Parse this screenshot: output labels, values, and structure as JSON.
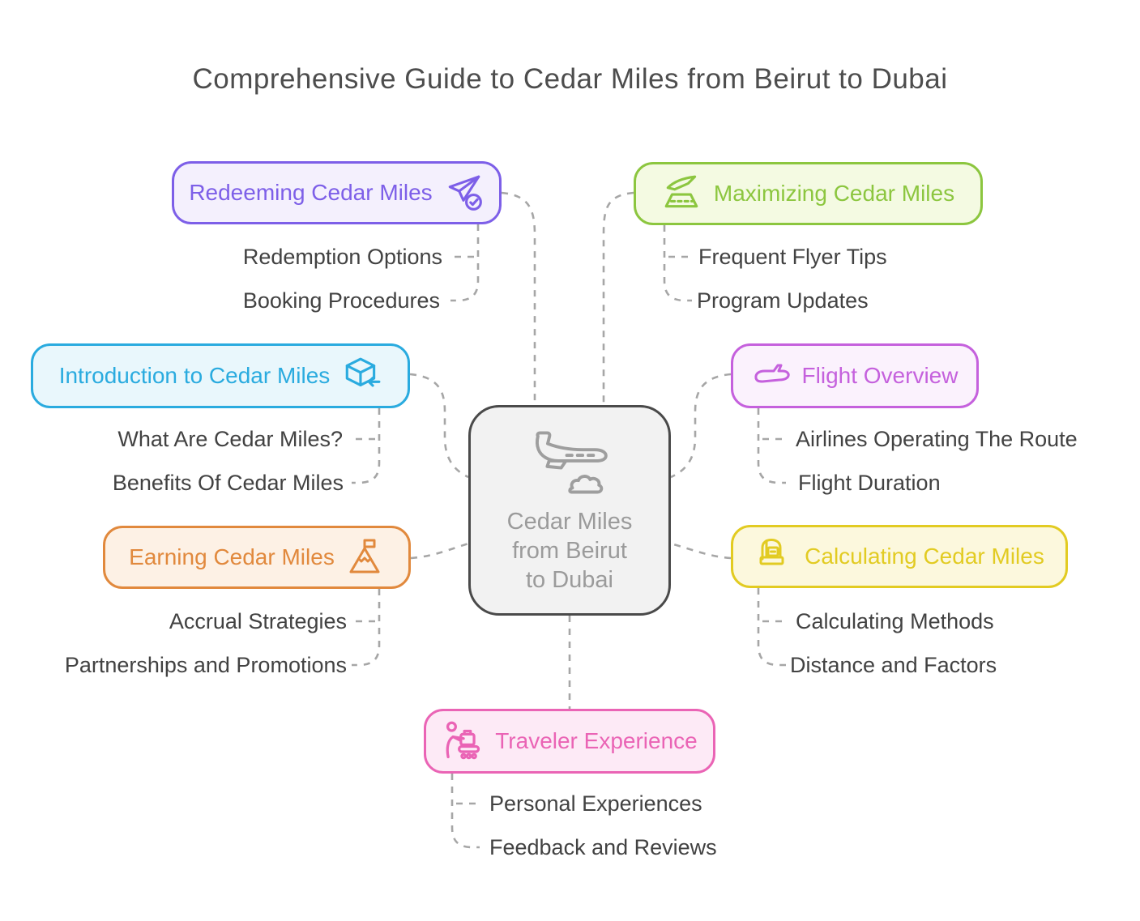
{
  "title": "Comprehensive Guide to Cedar Miles from Beirut to Dubai",
  "colors": {
    "connector": "#a6a6a6",
    "title_text": "#4d4d4d",
    "subtopic_text": "#424242"
  },
  "center": {
    "lines": [
      "Cedar Miles",
      "from Beirut",
      "to Dubai"
    ],
    "icon": "airplane-cloud-icon",
    "border_color": "#4a4a4a",
    "bg_color": "#f2f2f2",
    "text_color": "#9b9b9b"
  },
  "branches": [
    {
      "label": "Redeeming Cedar Miles",
      "icon": "plane-check-icon",
      "color": "#7d5fe8",
      "bg": "#f4f0fd",
      "children": [
        "Redemption Options",
        "Booking Procedures"
      ]
    },
    {
      "label": "Maximizing Cedar Miles",
      "icon": "plane-takeoff-icon",
      "color": "#8cc63f",
      "bg": "#f4fae2",
      "children": [
        "Frequent Flyer Tips",
        "Program Updates"
      ]
    },
    {
      "label": "Introduction to Cedar Miles",
      "icon": "cube-arrow-icon",
      "color": "#2aabdf",
      "bg": "#e9f7fc",
      "children": [
        "What Are Cedar Miles?",
        "Benefits Of Cedar Miles"
      ]
    },
    {
      "label": "Flight Overview",
      "icon": "plane-side-icon",
      "color": "#c561dd",
      "bg": "#fbf2fd",
      "children": [
        "Airlines Operating The Route",
        "Flight Duration"
      ]
    },
    {
      "label": "Earning Cedar Miles",
      "icon": "mountain-flag-icon",
      "color": "#e1893d",
      "bg": "#fdf1e5",
      "children": [
        "Accrual Strategies",
        "Partnerships and Promotions"
      ]
    },
    {
      "label": "Calculating Cedar Miles",
      "icon": "cash-register-icon",
      "color": "#e2cb22",
      "bg": "#fcf8dd",
      "children": [
        "Calculating Methods",
        "Distance and Factors"
      ]
    },
    {
      "label": "Traveler Experience",
      "icon": "baggage-checkin-icon",
      "color": "#ea64b5",
      "bg": "#fdeaf6",
      "children": [
        "Personal Experiences",
        "Feedback and Reviews"
      ]
    }
  ]
}
